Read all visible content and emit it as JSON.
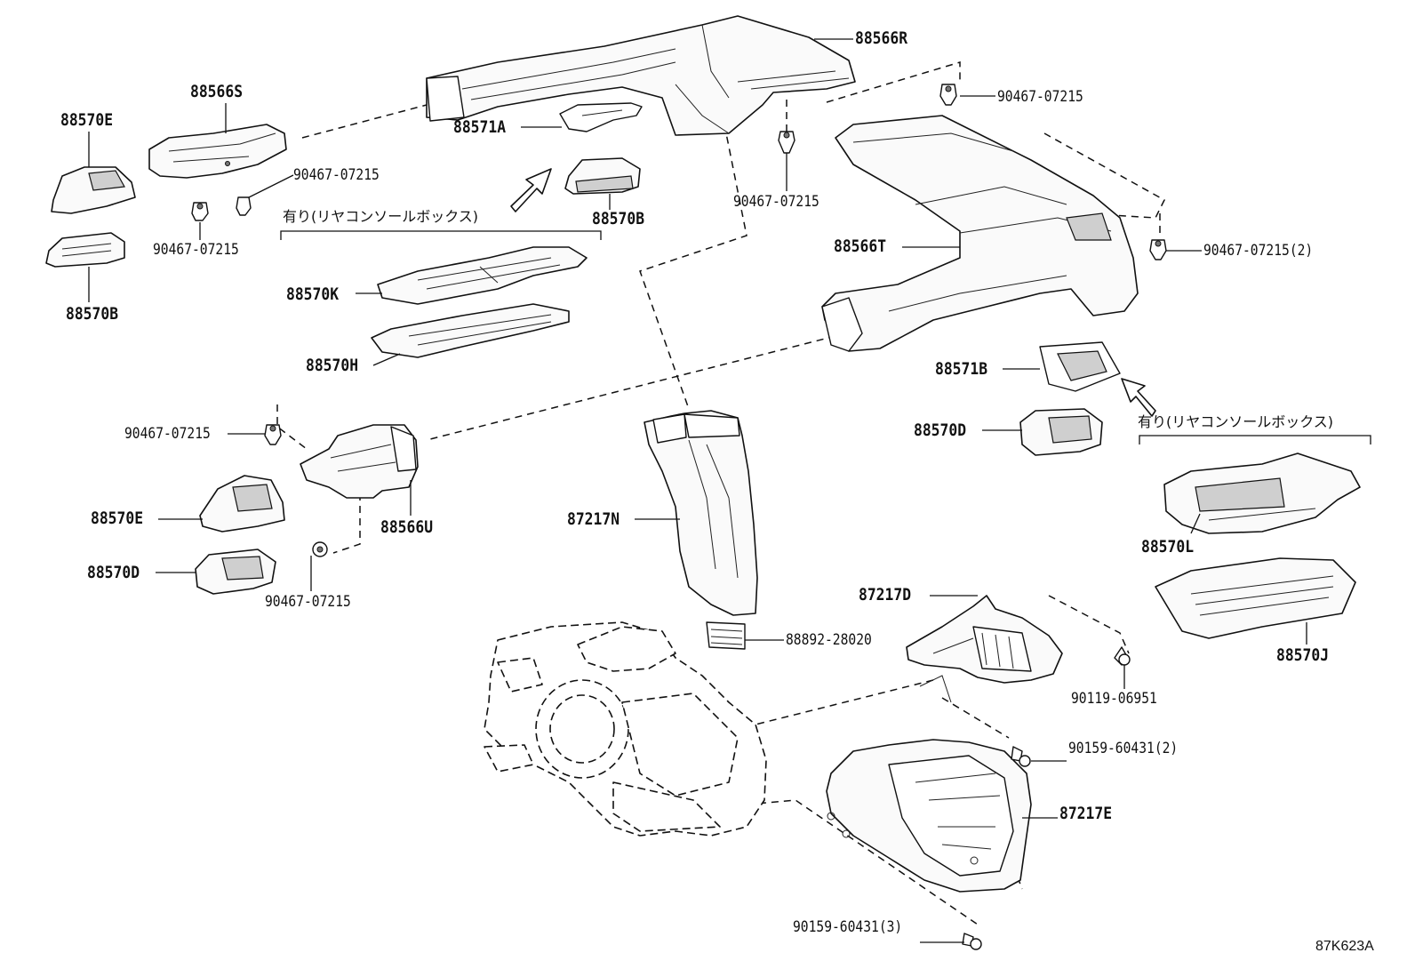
{
  "labels": {
    "p88566R": "88566R",
    "p90467_a": "90467-07215",
    "p88566S": "88566S",
    "p88570E_a": "88570E",
    "p88571A": "88571A",
    "p90467_b": "90467-07215",
    "p90467_c": "90467-07215",
    "p90467_d": "90467-07215",
    "p88570B_a": "88570B",
    "p88570B_b": "88570B",
    "p88570K": "88570K",
    "p88570H": "88570H",
    "p88566T": "88566T",
    "p90467_e": "90467-07215(2)",
    "p88571B": "88571B",
    "p88570D_a": "88570D",
    "p90467_f": "90467-07215",
    "p88570E_b": "88570E",
    "p88566U": "88566U",
    "p88570D_b": "88570D",
    "p90467_g": "90467-07215",
    "p87217N": "87217N",
    "p88570L": "88570L",
    "p88570J": "88570J",
    "p87217D": "87217D",
    "p88892": "88892-28020",
    "p90119": "90119-06951",
    "p90159_a": "90159-60431(2)",
    "p87217E": "87217E",
    "p90159_b": "90159-60431(3)"
  },
  "notes": {
    "rear_console_left": "有り(リヤコンソールボックス)",
    "rear_console_right": "有り(リヤコンソールボックス)"
  },
  "figure_code": "87K623A"
}
